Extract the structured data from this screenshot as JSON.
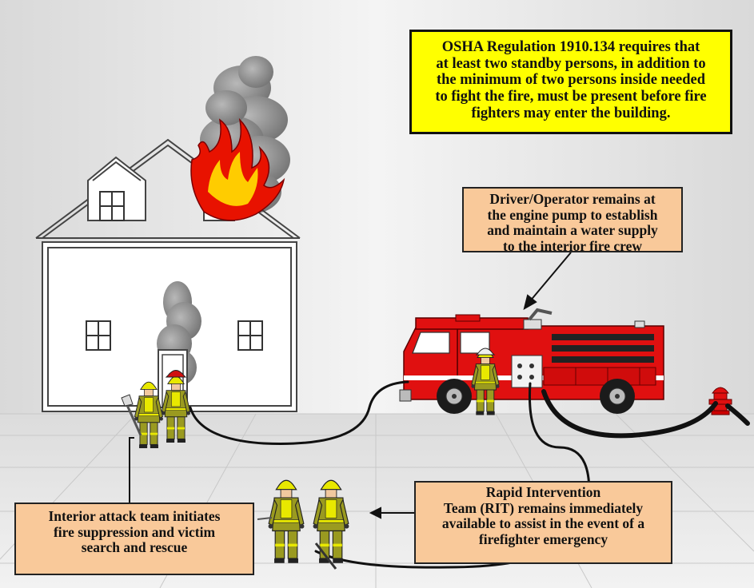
{
  "osha_note": {
    "lines": [
      "OSHA Regulation 1910.134 requires that",
      "at least two standby persons, in addition to",
      "the minimum of two persons inside needed",
      "to fight the fire, must be present before fire",
      "fighters may enter the building."
    ]
  },
  "driver_note": {
    "lines": [
      "Driver/Operator remains at",
      "the engine pump to establish",
      "and maintain a water supply",
      "to the interior fire crew"
    ]
  },
  "rit_note": {
    "lines": [
      "Rapid Intervention",
      "Team (RIT) remains immediately",
      "available to assist in the event of a",
      "firefighter emergency"
    ]
  },
  "interior_note": {
    "lines": [
      "Interior attack team initiates",
      "fire suppression and victim",
      "search and rescue"
    ]
  },
  "colors": {
    "osha_background": "#ffff00",
    "note_background": "#f9c99a",
    "engine_red": "#e01010",
    "turnout_gear": "#9a9a20",
    "helmet_yellow": "#e8e800",
    "helmet_red": "#d01010"
  },
  "icons": [
    "house-icon",
    "fire-icon",
    "smoke-icon",
    "fire-engine-icon",
    "fire-hydrant-icon",
    "firefighter-icon",
    "hose-icon",
    "arrow-icon"
  ]
}
